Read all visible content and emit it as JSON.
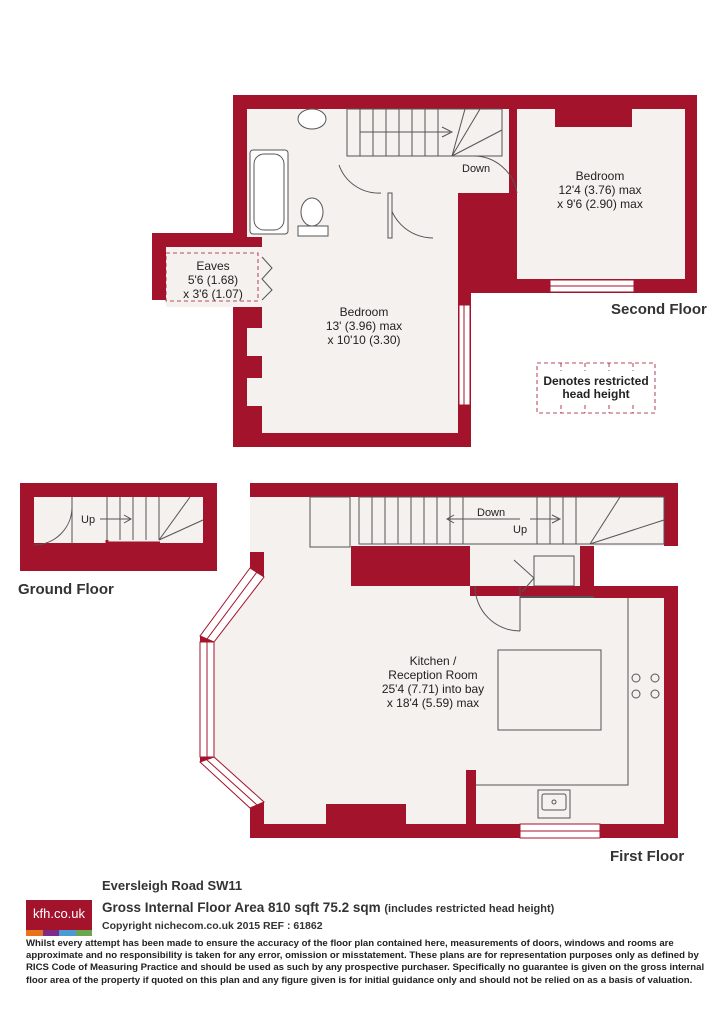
{
  "floors": {
    "second": "Second Floor",
    "ground": "Ground Floor",
    "first": "First Floor"
  },
  "rooms": {
    "bedroom_sf_right": {
      "name": "Bedroom",
      "dim1": "12'4 (3.76) max",
      "dim2": "x 9'6 (2.90) max"
    },
    "bedroom_sf_left": {
      "name": "Bedroom",
      "dim1": "13' (3.96) max",
      "dim2": "x 10'10 (3.30)"
    },
    "eaves": {
      "name": "Eaves",
      "dim1": "5'6 (1.68)",
      "dim2": "x 3'6 (1.07)"
    },
    "kitchen": {
      "name": "Kitchen /",
      "name2": "Reception Room",
      "dim1": "25'4 (7.71) into bay",
      "dim2": "x 18'4 (5.59) max"
    }
  },
  "stairs": {
    "sf_down": "Down",
    "ff_down": "Down",
    "ff_up": "Up",
    "gf_up": "Up"
  },
  "legend": {
    "line1": "Denotes restricted",
    "line2": "head height"
  },
  "footer": {
    "logo": "kfh.co.uk",
    "address": "Eversleigh Road SW11",
    "gia": "Gross Internal Floor Area 810 sqft 75.2 sqm",
    "gia_note": "(includes restricted head height)",
    "copyright": "Copyright nichecom.co.uk 2015 REF : 61862",
    "disclaimer": "Whilst every attempt has been made to ensure the accuracy of the floor plan contained here, measurements of doors, windows and rooms are approximate and no responsibility is taken for any error, omission or misstatement.  These plans are for representation purposes only as defined by RICS Code of Measuring Practice and should be used as such by any prospective purchaser.  Specifically no guarantee is given on the gross internal floor area of the property if quoted on this plan and any figure given is for initial guidance only and should not be relied on as a basis of valuation."
  },
  "colors": {
    "wall": "#a4132c",
    "floor": "#f4f1ee",
    "logo_stripes": [
      "#e8731d",
      "#7b2c86",
      "#4c9ad4",
      "#6aa84f"
    ]
  }
}
